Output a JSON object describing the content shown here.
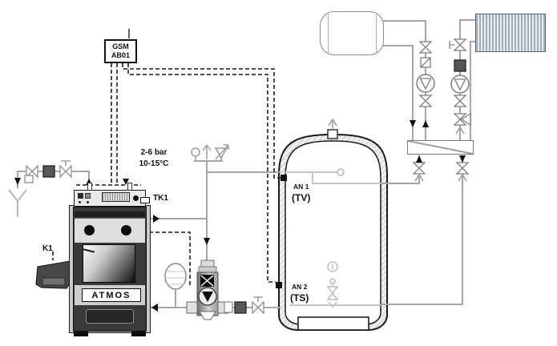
{
  "module": {
    "name_line1": "GSM",
    "name_line2": "AB01"
  },
  "water_supply": {
    "pressure": "2-6 bar",
    "temperature": "10-15°C"
  },
  "boiler": {
    "brand": "ATMOS",
    "flue_sensor": "TK1",
    "burner": "K1"
  },
  "tank": {
    "sensor1": "AN 1",
    "sensor1_sub": "(TV)",
    "sensor2": "AN 2",
    "sensor2_sub": "(TS)"
  },
  "colors": {
    "background": "#ffffff",
    "pipe": "#a6a6a6",
    "internal_pipe": "#c6c6c6",
    "wiring_dashed": "#1c1c1c",
    "arrow_filled": "#111111",
    "boiler_body": "#3a3a3a",
    "boiler_panel": "#dedede",
    "filter_block": "#575757",
    "radiator_stripe": "#a4adb7"
  },
  "components": [
    "gsm-module",
    "wood-gasification-boiler",
    "pellet-burner",
    "flue-sensor",
    "thermal-safety-loop",
    "drain-funnel",
    "safety-valve-group",
    "expansion-vessel",
    "thermoregulation-valve-unit",
    "circulation-pump",
    "strainer-filter",
    "accumulation-tank",
    "air-vent",
    "distribution-manifold",
    "horizontal-tank",
    "panel-radiator",
    "three-way-mixing-valve",
    "shutoff-valve"
  ]
}
